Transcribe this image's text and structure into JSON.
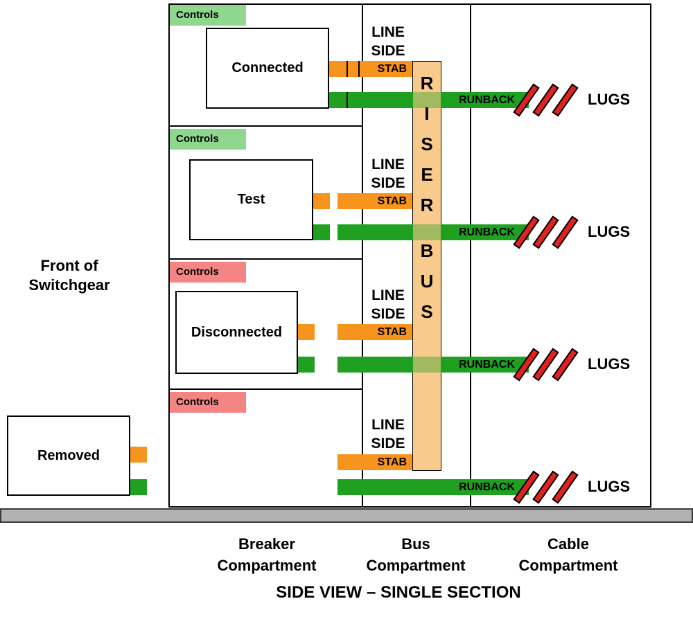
{
  "diagram": {
    "front_label": "Front of\nSwitchgear",
    "title": "SIDE VIEW – SINGLE SECTION",
    "compartments": [
      {
        "label": "Breaker\nCompartment"
      },
      {
        "label": "Bus\nCompartment"
      },
      {
        "label": "Cable\nCompartment"
      }
    ],
    "riser": {
      "letters": [
        "R",
        "I",
        "S",
        "E",
        "R",
        "B",
        "U",
        "S"
      ]
    },
    "rows": [
      {
        "position": "Connected",
        "controls": "Controls",
        "line_side": "LINE\nSIDE",
        "stab": "STAB",
        "runback": "RUNBACK",
        "lugs": "LUGS"
      },
      {
        "position": "Test",
        "controls": "Controls",
        "line_side": "LINE\nSIDE",
        "stab": "STAB",
        "runback": "RUNBACK",
        "lugs": "LUGS"
      },
      {
        "position": "Disconnected",
        "controls": "Controls",
        "line_side": "LINE\nSIDE",
        "stab": "STAB",
        "runback": "RUNBACK",
        "lugs": "LUGS"
      },
      {
        "position": "Removed",
        "controls": "Controls",
        "line_side": "LINE\nSIDE",
        "stab": "STAB",
        "runback": "RUNBACK",
        "lugs": "LUGS"
      }
    ],
    "colors": {
      "controls_engaged": "#8FD68F",
      "controls_disengaged": "#F58585",
      "stab_orange": "#F7941D",
      "runback_green": "#1FA020",
      "riser_bus": "#F8CB8C",
      "lug_red": "#E02222",
      "floor_gray": "#B2B2B2"
    }
  }
}
